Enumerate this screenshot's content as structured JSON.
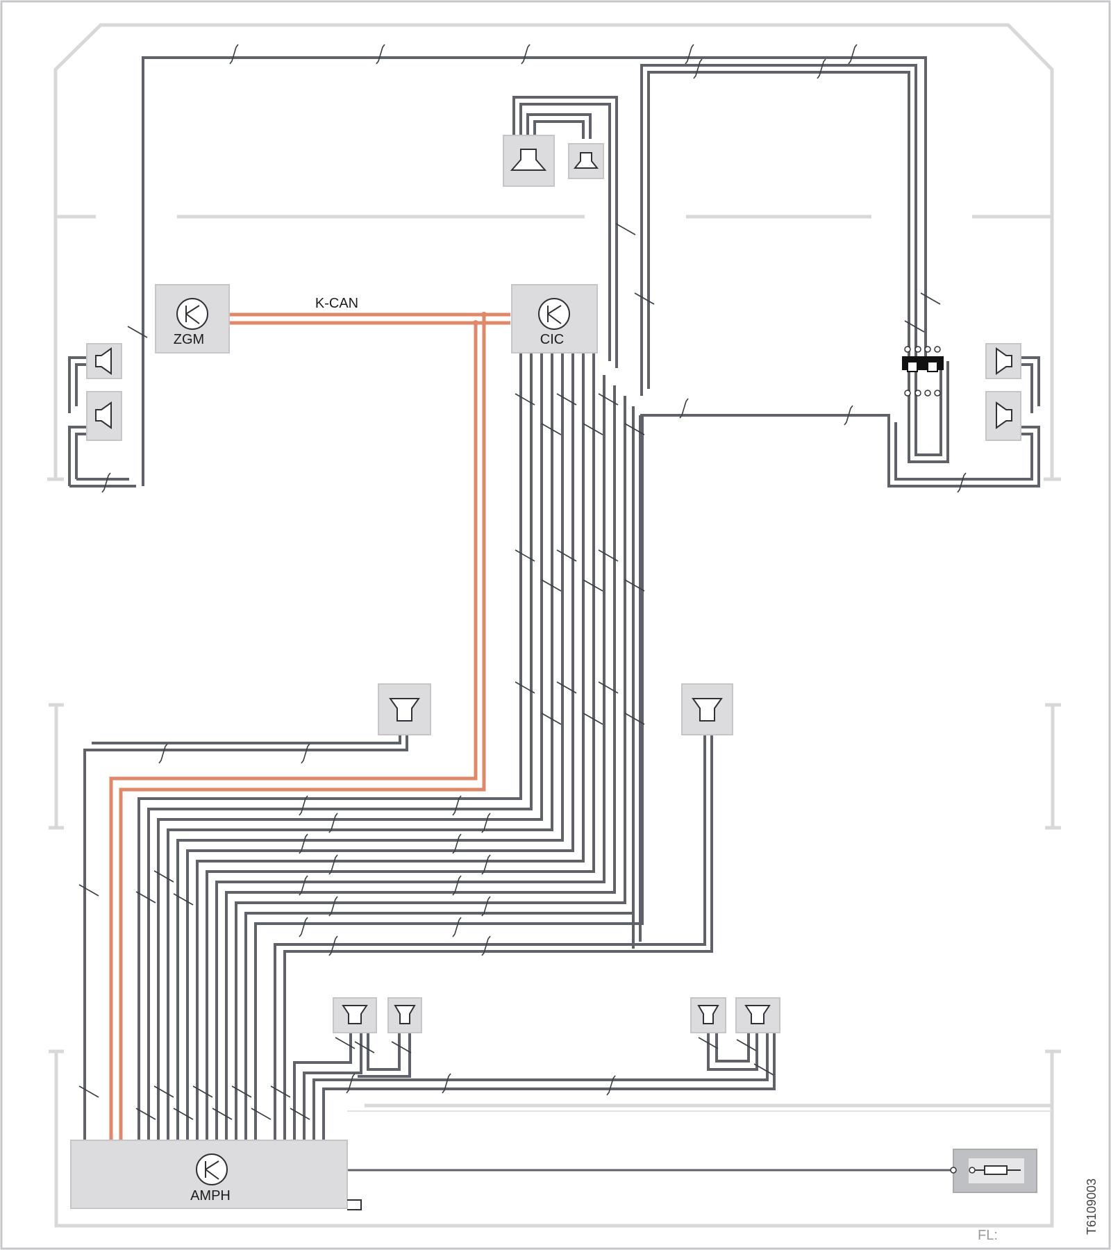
{
  "diagram": {
    "ecu_zgm": "ZGM",
    "ecu_cic": "CIC",
    "ecu_amph": "AMPH",
    "bus_label": "K-CAN",
    "figure_code": "T6109003",
    "footer_text": "FL:"
  },
  "colors": {
    "wire": "#5f6369",
    "can_bus": "#e0896a",
    "component_fill": "#dcdcde",
    "outline": "#d8d8da"
  },
  "icons": [
    "transistor-icon",
    "speaker-icon",
    "tweeter-icon",
    "fuse-icon"
  ]
}
